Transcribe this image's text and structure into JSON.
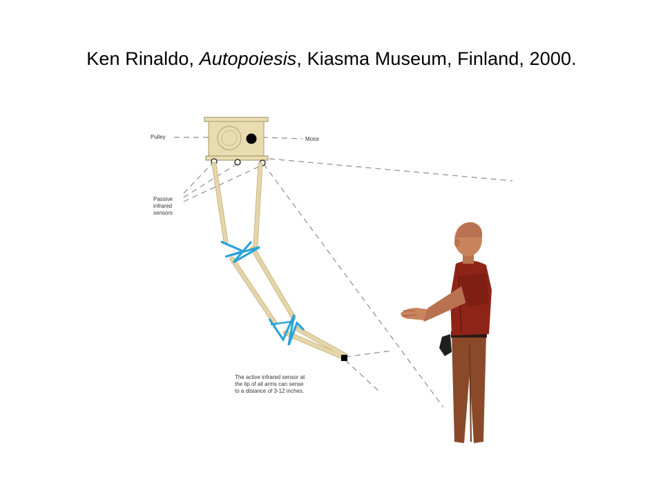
{
  "title": {
    "prefix": "Ken Rinaldo, ",
    "work": "Autopoiesis",
    "suffix": ", Kiasma Museum, Finland, 2000."
  },
  "labels": {
    "pulley": "Pulley",
    "motor": "Motor",
    "passive": [
      "Passive",
      "infrared",
      "sensors"
    ],
    "active": [
      "The active infrared sensor at",
      "the tip of all arms can sense",
      "to a distance of 3-12 inches."
    ]
  },
  "colors": {
    "box": "#e8dcb0",
    "arm": "#e5d5a8",
    "joint": "#2ba3d8",
    "shirt": "#8e2418",
    "pants": "#8a4a2a",
    "skin": "#c9835d",
    "dash": "#8c8c8c"
  }
}
